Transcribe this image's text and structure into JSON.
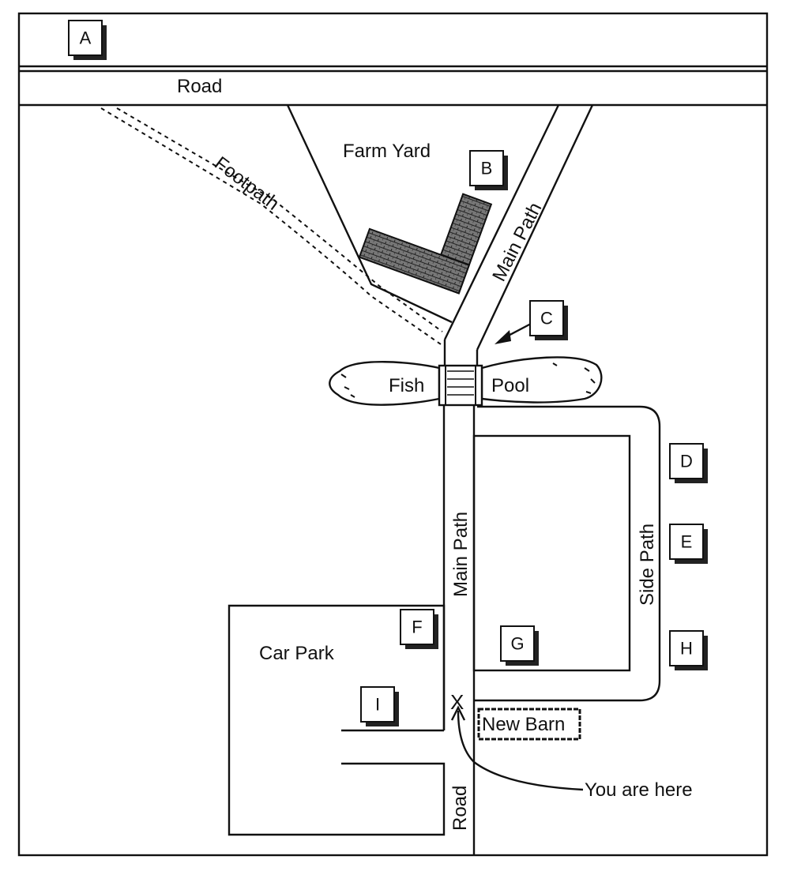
{
  "labels": {
    "road_top": "Road",
    "farm_yard": "Farm Yard",
    "footpath": "Footpath",
    "main_path_upper": "Main Path",
    "fish": "Fish",
    "pool": "Pool",
    "main_path_lower": "Main Path",
    "side_path": "Side Path",
    "car_park": "Car Park",
    "road_bottom": "Road",
    "new_barn": "New Barn",
    "you_are_here": "You are here",
    "x_mark": "X"
  },
  "markers": [
    "A",
    "B",
    "C",
    "D",
    "E",
    "F",
    "G",
    "H",
    "I"
  ]
}
